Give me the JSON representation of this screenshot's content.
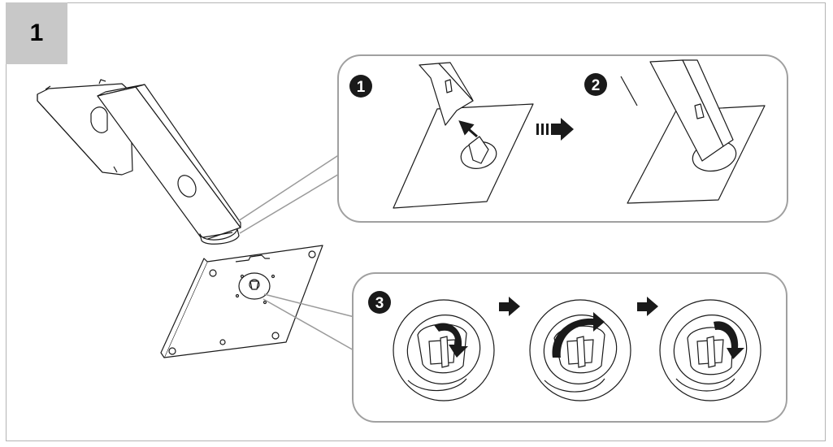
{
  "step": {
    "number": "1"
  },
  "callout_top": {
    "markers": [
      "1",
      "2"
    ]
  },
  "callout_bottom": {
    "markers": [
      "3"
    ]
  },
  "colors": {
    "frame": "#b4b4b4",
    "tab": "#c8c8c8",
    "callout_border": "#a0a0a0",
    "ink": "#1a1a1a"
  },
  "icons": [
    "step-marker-1-icon",
    "step-marker-2-icon",
    "step-marker-3-icon",
    "arrow-right-icon",
    "dashed-arrow-right-icon",
    "rotate-arrow-icon"
  ]
}
